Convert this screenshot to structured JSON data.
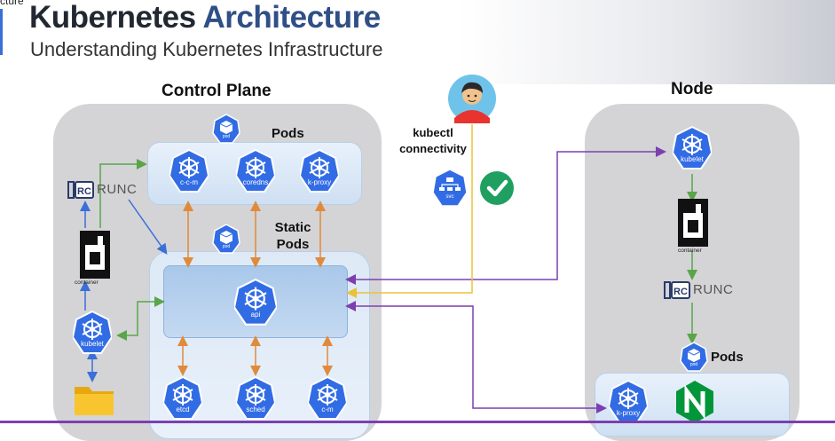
{
  "window": {
    "tab_text": "cture"
  },
  "header": {
    "title_part1": "Kubernetes",
    "title_part2": "Architecture",
    "subtitle": "Understanding Kubernetes Infrastructure"
  },
  "control_plane": {
    "heading": "Control Plane",
    "pods_label": "Pods",
    "static_pods_label": "Static\nPods",
    "pod_icon_label": "pod",
    "pods": [
      {
        "label": "c-c-m"
      },
      {
        "label": "coredns"
      },
      {
        "label": "k-proxy"
      }
    ],
    "api_label": "api",
    "static_pods": [
      {
        "label": "etcd"
      },
      {
        "label": "sched"
      },
      {
        "label": "c-m"
      }
    ],
    "runc_label": "RUNC",
    "containerd_caption": "container",
    "kubelet_label": "kubelet"
  },
  "center": {
    "kubectl_label": "kubectl\nconnectivity",
    "svc_label": "svc"
  },
  "node": {
    "heading": "Node",
    "kubelet_label": "kubelet",
    "containerd_caption": "container",
    "runc_label": "RUNC",
    "pods_label": "Pods",
    "pod_icon_label": "pod",
    "kproxy_label": "k-proxy"
  },
  "colors": {
    "k8s_blue": "#326ce5",
    "panel_gray": "#d4d4d6",
    "orange_arrow": "#e08a3c",
    "green_arrow": "#5aa54a",
    "blue_arrow": "#3a6fd8",
    "purple_arrow": "#7c3fb0",
    "yellow_line": "#e8c33a",
    "title_dark": "#222831",
    "title_blue": "#2f4f86"
  }
}
